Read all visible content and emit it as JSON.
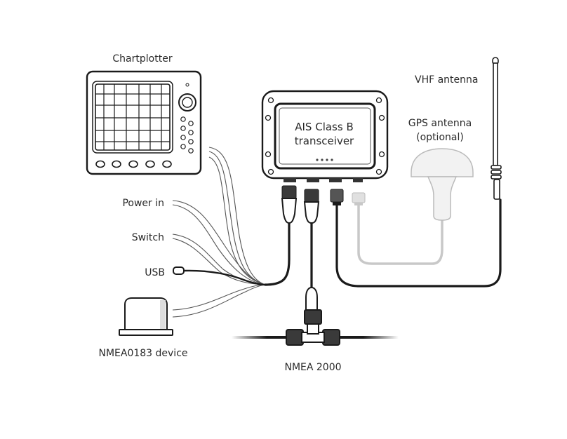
{
  "diagram": {
    "title": "AIS Class B transceiver wiring diagram",
    "labels": {
      "chartplotter": "Chartplotter",
      "vhf_antenna": "VHF antenna",
      "gps_antenna_line1": "GPS antenna",
      "gps_antenna_line2": "(optional)",
      "transceiver_line1": "AIS Class B",
      "transceiver_line2": "transceiver",
      "power_in": "Power in",
      "switch": "Switch",
      "usb": "USB",
      "nmea0183_device": "NMEA0183 device",
      "nmea2000": "NMEA 2000"
    },
    "components": [
      {
        "id": "chartplotter",
        "label": "Chartplotter"
      },
      {
        "id": "ais-transceiver",
        "label": "AIS Class B transceiver"
      },
      {
        "id": "gps-antenna",
        "label": "GPS antenna (optional)",
        "optional": true
      },
      {
        "id": "vhf-antenna",
        "label": "VHF antenna"
      },
      {
        "id": "power-in",
        "label": "Power in"
      },
      {
        "id": "switch",
        "label": "Switch"
      },
      {
        "id": "usb",
        "label": "USB"
      },
      {
        "id": "nmea0183-device",
        "label": "NMEA0183 device"
      },
      {
        "id": "nmea2000-backbone",
        "label": "NMEA 2000"
      }
    ],
    "connections": [
      {
        "from": "ais-transceiver",
        "to": "chartplotter",
        "via": "multi-wire cable"
      },
      {
        "from": "ais-transceiver",
        "to": "power-in",
        "via": "multi-wire cable"
      },
      {
        "from": "ais-transceiver",
        "to": "switch",
        "via": "multi-wire cable"
      },
      {
        "from": "ais-transceiver",
        "to": "usb",
        "via": "multi-wire cable"
      },
      {
        "from": "ais-transceiver",
        "to": "nmea0183-device",
        "via": "multi-wire cable"
      },
      {
        "from": "ais-transceiver",
        "to": "nmea2000-backbone",
        "via": "T-connector"
      },
      {
        "from": "ais-transceiver",
        "to": "vhf-antenna",
        "via": "coax cable"
      },
      {
        "from": "ais-transceiver",
        "to": "gps-antenna",
        "via": "coax cable (optional)"
      }
    ]
  }
}
